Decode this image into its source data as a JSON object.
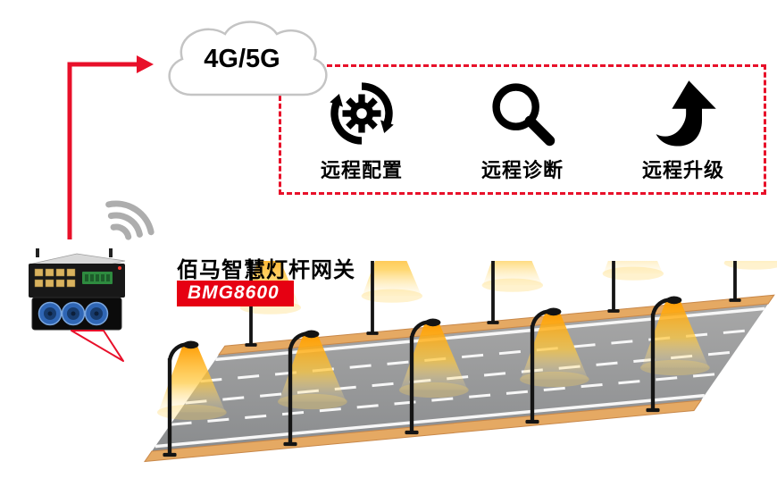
{
  "cloud": {
    "label": "4G/5G"
  },
  "features": [
    {
      "label": "远程配置",
      "icon": "gear-refresh-icon"
    },
    {
      "label": "远程诊断",
      "icon": "magnifier-icon"
    },
    {
      "label": "远程升级",
      "icon": "upgrade-arrow-icon"
    }
  ],
  "gateway": {
    "title": "佰马智慧灯杆网关",
    "model": "BMG8600"
  },
  "colors": {
    "accent_red": "#e8102a",
    "badge_red": "#e60012",
    "lamp_glow": "#ffb400",
    "road_gray": "#9a9a9a",
    "curb_tan": "#e5a963"
  }
}
